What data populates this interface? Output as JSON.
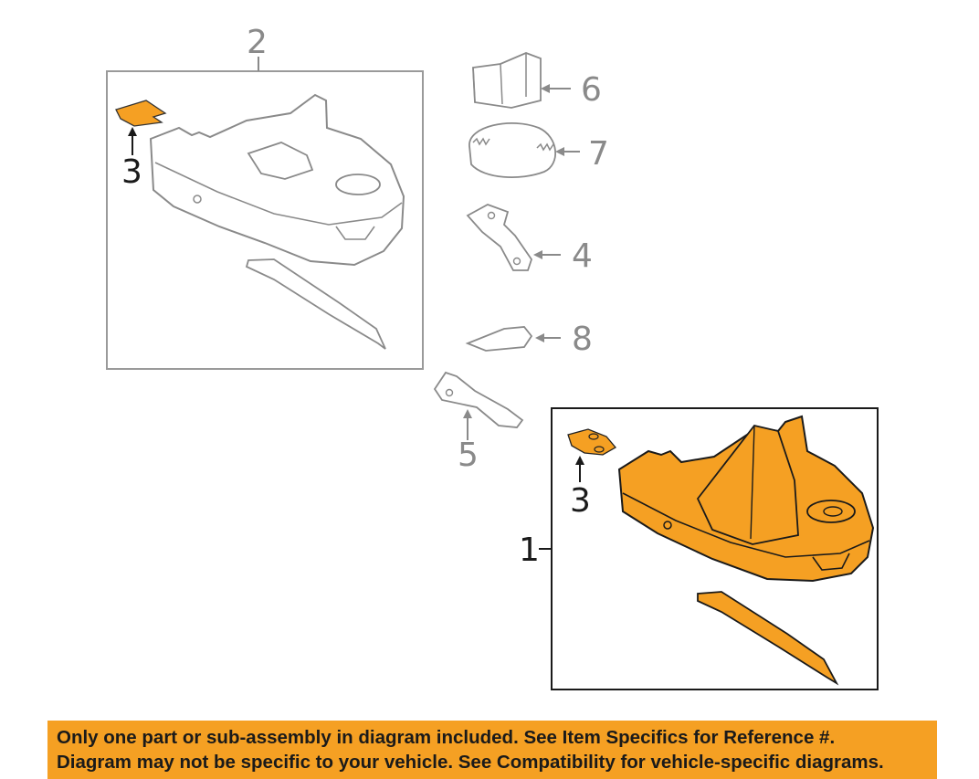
{
  "callouts": {
    "c1": "1",
    "c2": "2",
    "c3a": "3",
    "c3b": "3",
    "c4": "4",
    "c5": "5",
    "c6": "6",
    "c7": "7",
    "c8": "8"
  },
  "colors": {
    "highlight": "#f5a023",
    "line": "#8a8a8a",
    "dark_line": "#1a1a1a"
  },
  "disclaimer": {
    "line1": "Only one part or sub-assembly in diagram included. See Item Specifics for Reference #.",
    "line2": "Diagram may not be specific to your vehicle. See Compatibility for vehicle-specific diagrams."
  }
}
